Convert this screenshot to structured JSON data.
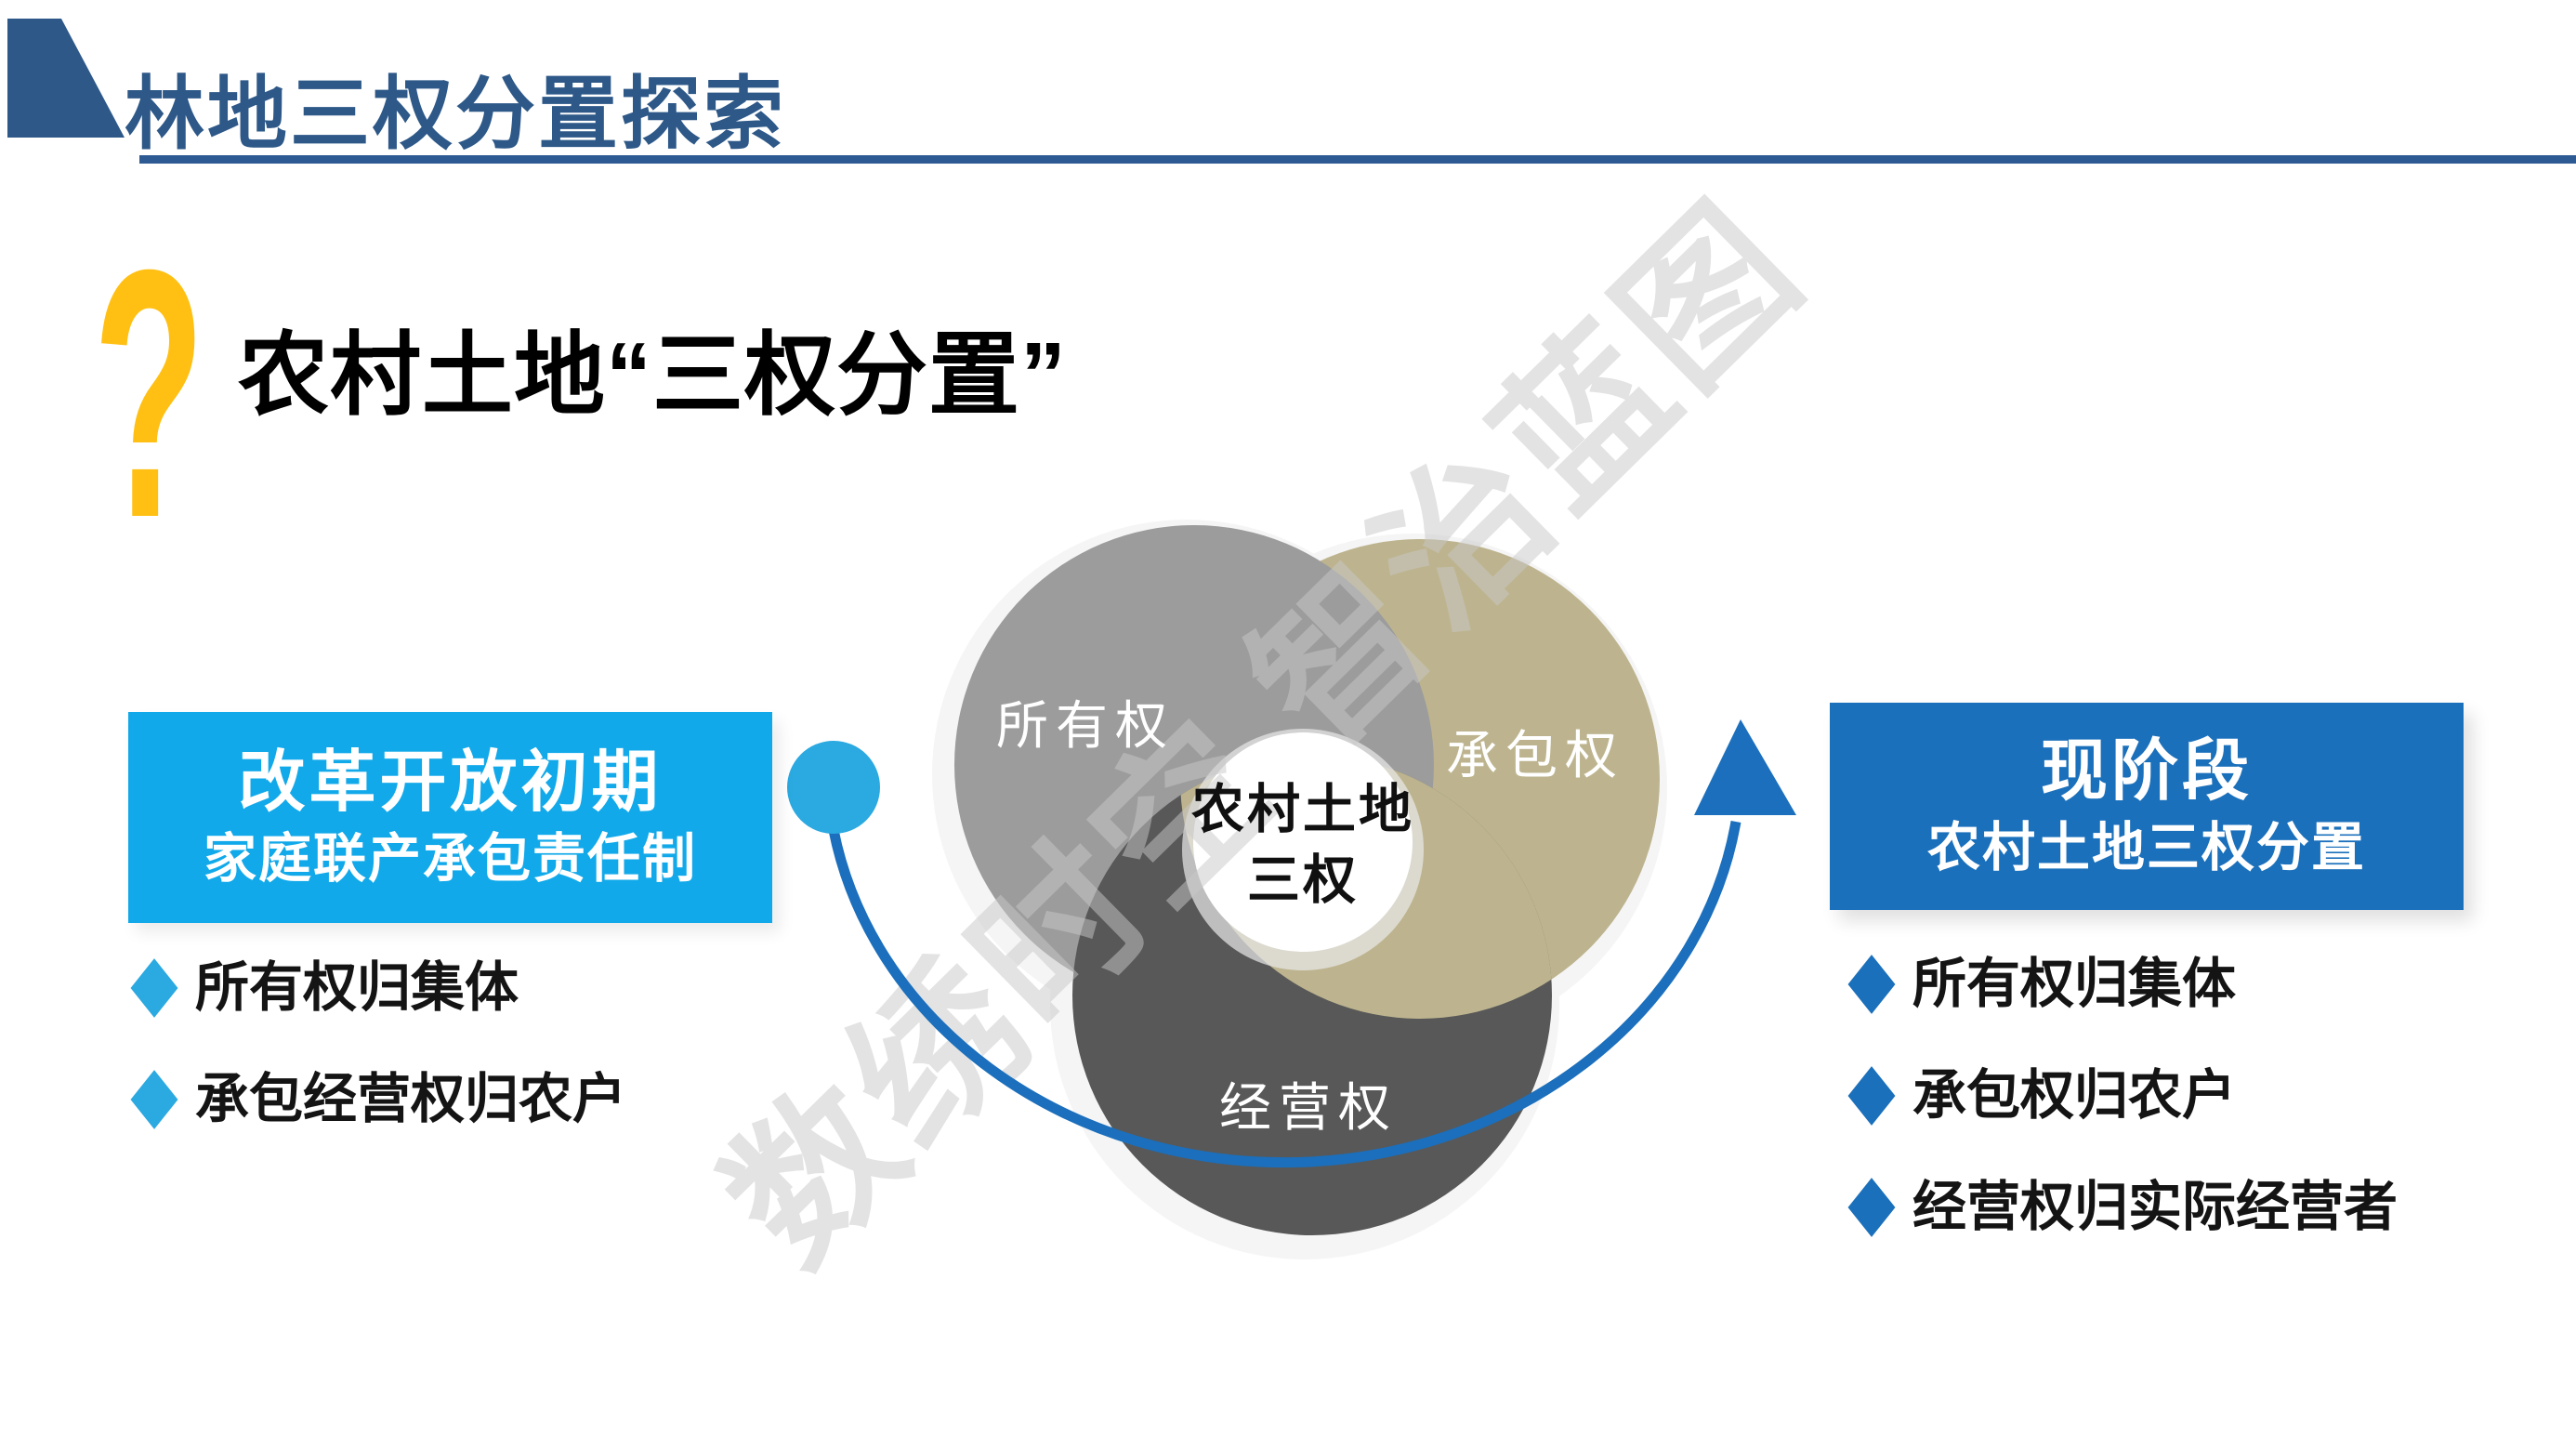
{
  "header": {
    "title": "林地三权分置探索"
  },
  "question": {
    "mark": "?",
    "heading": "农村土地“三权分置”"
  },
  "diagram": {
    "circles": [
      {
        "label": "所有权",
        "color": "#9c9c9c"
      },
      {
        "label": "承包权",
        "color": "#bdb48f"
      },
      {
        "label": "经营权",
        "color": "#585858"
      }
    ],
    "center": {
      "line1": "农村土地",
      "line2": "三权"
    },
    "watermark": "数绣时空 智治蓝图"
  },
  "left_panel": {
    "title": "改革开放初期",
    "subtitle": "家庭联产承包责任制",
    "accent_color": "#12a9ea",
    "bullets": [
      "所有权归集体",
      "承包经营权归农户"
    ]
  },
  "right_panel": {
    "title": "现阶段",
    "subtitle": "农村土地三权分置",
    "accent_color": "#1b70bb",
    "bullets": [
      "所有权归集体",
      "承包权归农户",
      "经营权归实际经营者"
    ]
  },
  "colors": {
    "title_blue": "#2d5888",
    "underline_blue": "#2e5a94",
    "question_yellow": "#ffc013",
    "arrow_blue": "#1b6fbc",
    "dot_cyan": "#2ba9e1",
    "watermark_gray": "#c9c9c9"
  }
}
